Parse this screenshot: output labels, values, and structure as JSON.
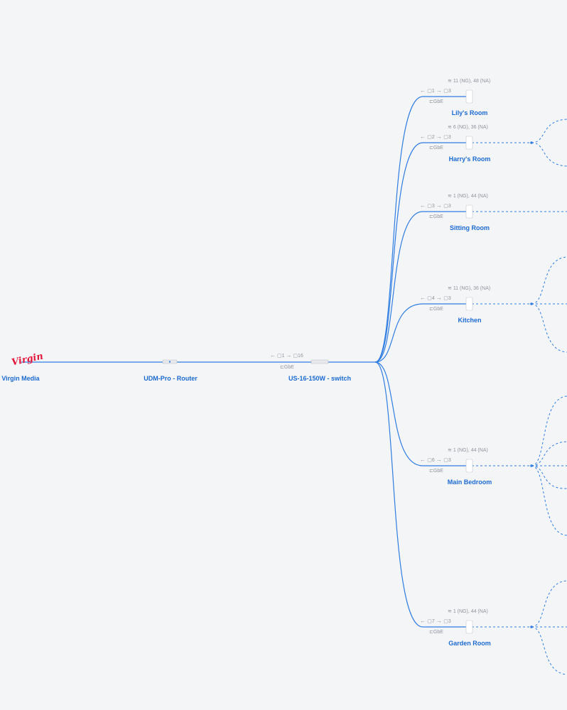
{
  "colors": {
    "link": "#2f7de1",
    "label": "#1b6ad0",
    "muted": "#8e949c",
    "bg": "#f4f5f7",
    "brand": "#e2173b"
  },
  "isp": {
    "label": "Virgin Media",
    "logo_text": "Virgin",
    "icon": "virgin-media-logo"
  },
  "router": {
    "label": "UDM-Pro - Router",
    "icon": "router-device-icon"
  },
  "switch": {
    "label": "US-16-150W - switch",
    "ports_up": "1",
    "ports_down": "16",
    "speed": "GbE",
    "icon": "switch-device-icon"
  },
  "access_points": [
    {
      "name": "Lily's Room",
      "clients": "11 (NG), 48 (NA)",
      "up": "1",
      "down": "3",
      "speed": "GbE"
    },
    {
      "name": "Harry's Room",
      "clients": "6 (NG), 36 (NA)",
      "up": "2",
      "down": "3",
      "speed": "GbE"
    },
    {
      "name": "Sitting Room",
      "clients": "1 (NG), 44 (NA)",
      "up": "3",
      "down": "3",
      "speed": "GbE"
    },
    {
      "name": "Kitchen",
      "clients": "11 (NG), 36 (NA)",
      "up": "4",
      "down": "3",
      "speed": "GbE"
    },
    {
      "name": "Main Bedroom",
      "clients": "1 (NG), 44 (NA)",
      "up": "6",
      "down": "3",
      "speed": "GbE"
    },
    {
      "name": "Garden Room",
      "clients": "1 (NG), 44 (NA)",
      "up": "7",
      "down": "3",
      "speed": "GbE"
    }
  ]
}
